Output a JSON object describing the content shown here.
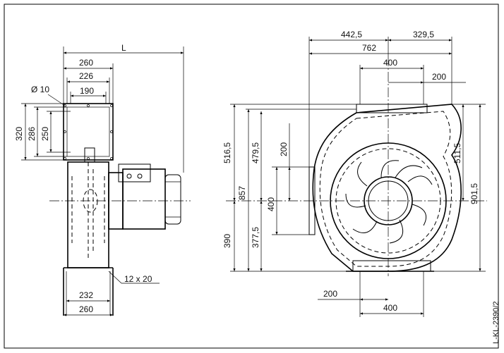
{
  "side_view": {
    "overall_length_label": "L",
    "width_260_top": "260",
    "width_226": "226",
    "width_190": "190",
    "hole_diameter": "Ø 10",
    "height_320": "320",
    "height_286": "286",
    "height_250": "250",
    "foot_holes": "12 x 20",
    "base_232": "232",
    "base_260": "260"
  },
  "front_view": {
    "dim_442_5": "442,5",
    "dim_329_5": "329,5",
    "dim_762": "762",
    "outlet_400_top": "400",
    "outlet_200_right": "200",
    "dim_516_5": "516,5",
    "dim_857": "857",
    "dim_479_5": "479,5",
    "dim_200_vert": "200",
    "dim_400_vert": "400",
    "dim_377_5": "377,5",
    "dim_390": "390",
    "dim_511_5": "511,5",
    "dim_901_5": "901,5",
    "base_200": "200",
    "base_400": "400"
  },
  "drawing_number": "L-KL-2390/2"
}
